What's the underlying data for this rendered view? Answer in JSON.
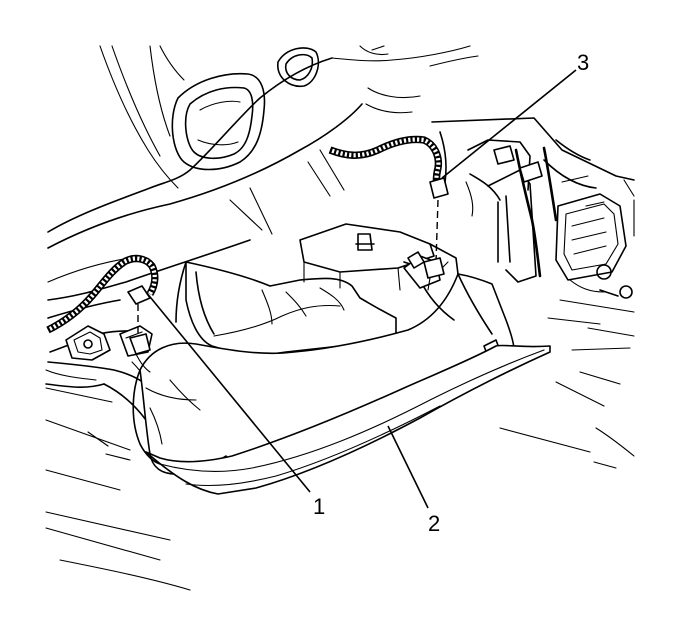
{
  "callouts": [
    {
      "id": "1",
      "label": "1"
    },
    {
      "id": "2",
      "label": "2"
    },
    {
      "id": "3",
      "label": "3"
    }
  ],
  "colors": {
    "ink": "#000000",
    "paper": "#ffffff"
  }
}
